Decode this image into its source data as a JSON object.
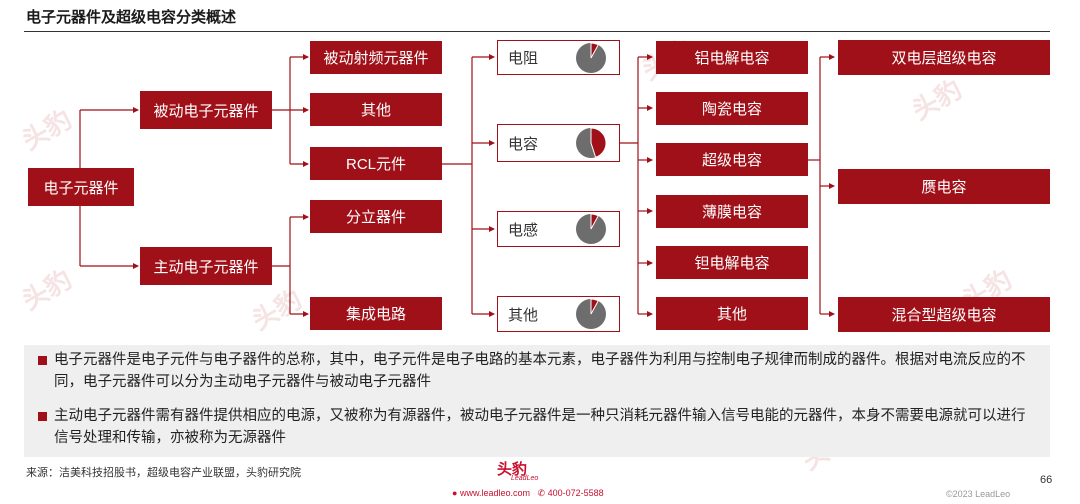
{
  "title": "电子元器件及超级电容分类概述",
  "diagram": {
    "root": "电子元器件",
    "level1": [
      "被动电子元器件",
      "主动电子元器件"
    ],
    "passive_children": [
      "被动射频元器件",
      "其他",
      "RCL元件"
    ],
    "active_children": [
      "分立器件",
      "集成电路"
    ],
    "rcl_children": [
      "电阻",
      "电容",
      "电感",
      "其他"
    ],
    "rcl_share_fractions": [
      0.08,
      0.45,
      0.08,
      0.08
    ],
    "capacitor_types": [
      "铝电解电容",
      "陶瓷电容",
      "超级电容",
      "薄膜电容",
      "钽电解电容",
      "其他"
    ],
    "supercap_types": [
      "双电层超级电容",
      "赝电容",
      "混合型超级电容"
    ]
  },
  "notes": [
    "电子元器件是电子元件与电子器件的总称，其中，电子元件是电子电路的基本元素，电子器件为利用与控制电子规律而制成的器件。根据对电流反应的不同，电子元器件可以分为主动电子元器件与被动电子元器件",
    "主动电子元器件需有器件提供相应的电源，又被称为有源器件，被动电子元器件是一种只消耗元器件输入信号电能的元器件，本身不需要电源就可以进行信号处理和传输，亦被称为无源器件"
  ],
  "footer": {
    "source": "来源：洁美科技招股书，超级电容产业联盟，头豹研究院",
    "logo_text": "头豹",
    "logo_sub": "LeadLeo",
    "website": "www.leadleo.com",
    "phone": "400-072-5588",
    "page_number": "66",
    "copyright": "©2023 LeadLeo"
  },
  "colors": {
    "accent": "#a01018",
    "pie_gray": "#6d6d6d",
    "notes_bg": "#efefef"
  },
  "watermark": "头豹"
}
